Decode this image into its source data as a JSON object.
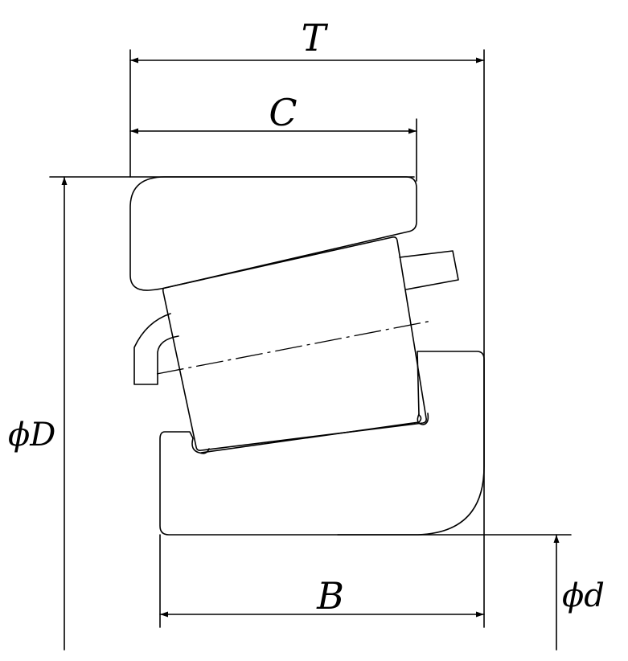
{
  "labels": {
    "T": "T",
    "C": "C",
    "B": "B",
    "phi_D": "ϕD",
    "phi_d": "ϕd"
  },
  "colors": {
    "line": "#000000",
    "background": "#ffffff"
  }
}
